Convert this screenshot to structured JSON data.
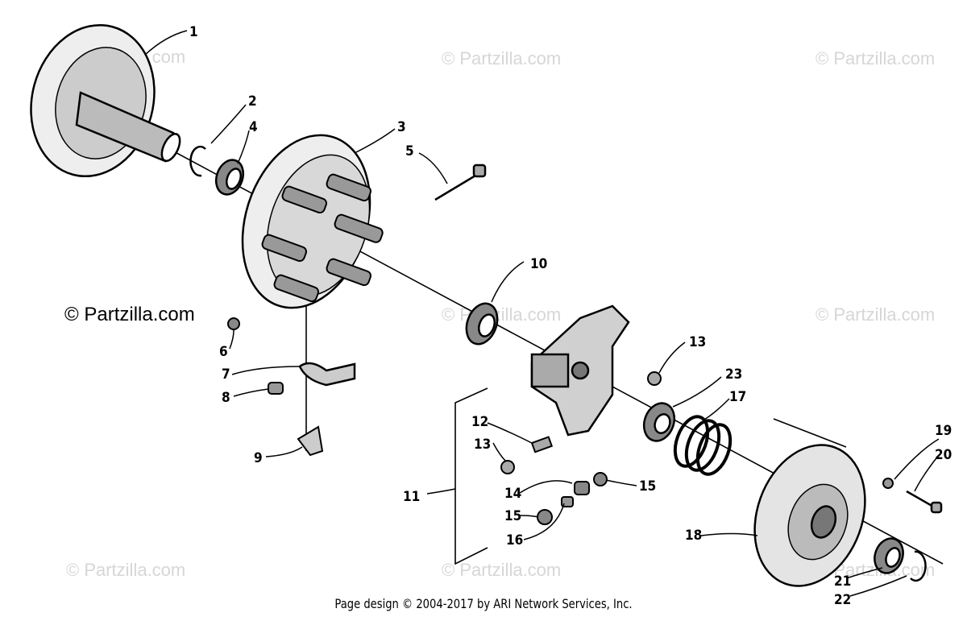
{
  "watermarks": {
    "faded": "© Partzilla.com",
    "dark": "© Partzilla.com"
  },
  "callouts": [
    "1",
    "2",
    "4",
    "3",
    "5",
    "10",
    "6",
    "7",
    "8",
    "9",
    "13",
    "23",
    "17",
    "12",
    "13",
    "11",
    "14",
    "15",
    "15",
    "16",
    "18",
    "19",
    "20",
    "21",
    "22"
  ],
  "footer": "Page design © 2004-2017 by ARI Network Services, Inc."
}
